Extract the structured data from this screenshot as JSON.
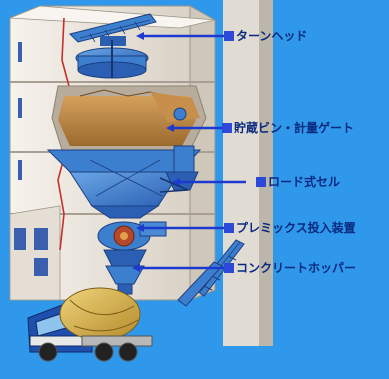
{
  "diagram": {
    "callouts": [
      {
        "label": "ターンヘッド"
      },
      {
        "label": "貯蔵ビン・計量ゲート"
      },
      {
        "label": "ロード式セル"
      },
      {
        "label": "プレミックス投入装置"
      },
      {
        "label": "コンクリートホッパー"
      }
    ],
    "colors": {
      "background": "#2f98ea",
      "building": "#ece7df",
      "machinery": "#3c7fcf",
      "callout_line": "#1d3ad0",
      "callout_text": "#0a2a80",
      "truck_cab": "#1f4fae",
      "mixer_drum": "#d7b84d"
    }
  }
}
